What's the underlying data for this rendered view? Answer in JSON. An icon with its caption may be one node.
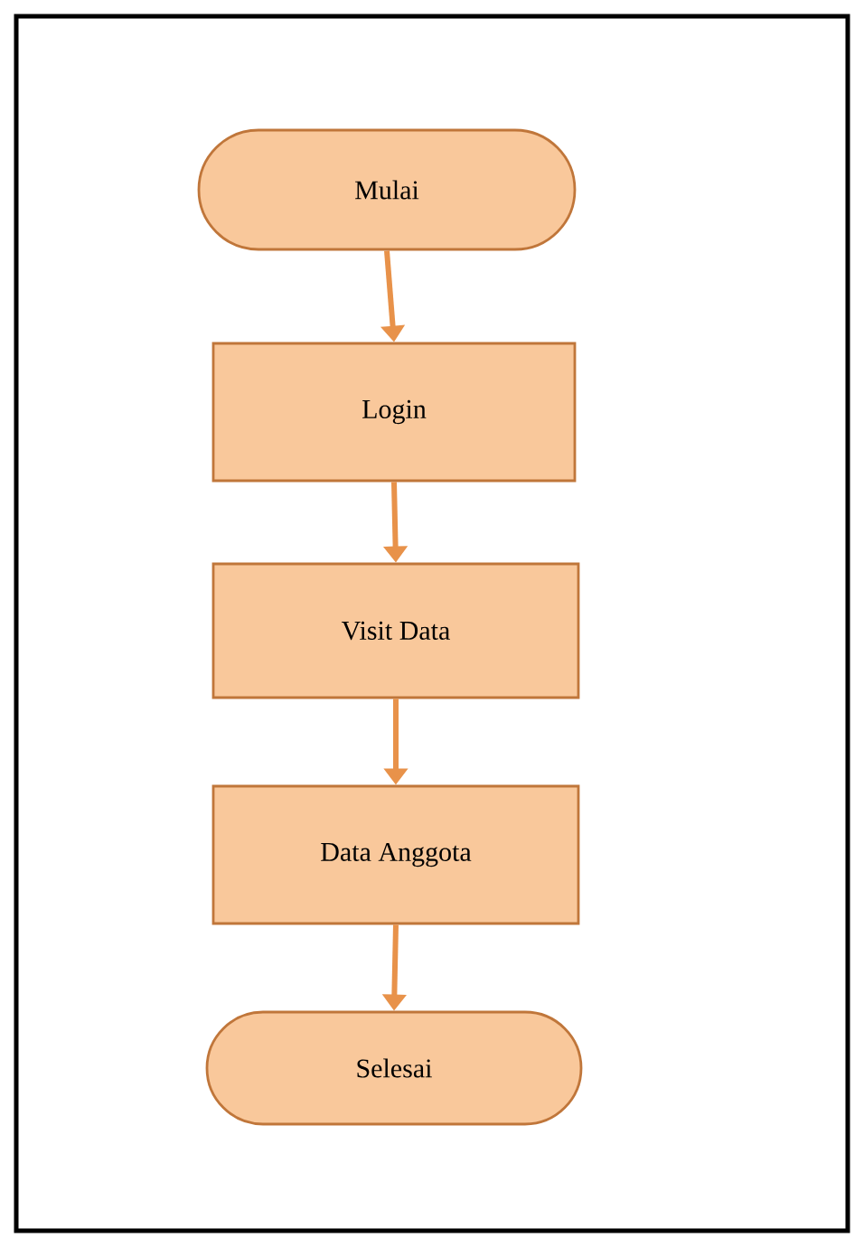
{
  "diagram": {
    "nodes": [
      {
        "text": [
          "Mulai"
        ]
      },
      {
        "text": [
          "Login"
        ]
      },
      {
        "text": [
          "Visit Data"
        ]
      },
      {
        "text": [
          "Data Anggota"
        ]
      },
      {
        "text": [
          "Selesai"
        ]
      }
    ],
    "edges": [
      {
        "from": 0,
        "to": 1,
        "arrow": "to"
      },
      {
        "from": 1,
        "to": 2,
        "arrow": "to"
      },
      {
        "from": 2,
        "to": 3,
        "arrow": "to"
      },
      {
        "from": 3,
        "to": 4,
        "arrow": "to"
      }
    ]
  }
}
